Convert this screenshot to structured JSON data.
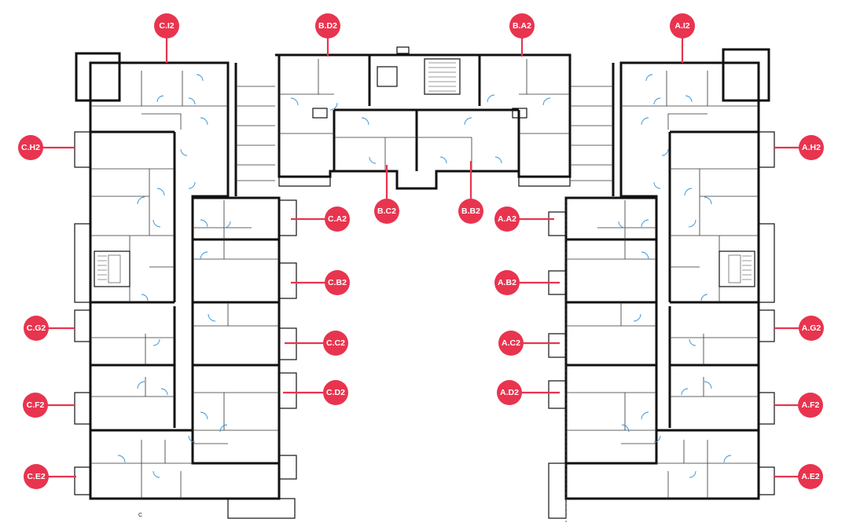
{
  "plan": {
    "corner_mark": "C",
    "units": [
      {
        "label": "C.I2"
      },
      {
        "label": "B.D2"
      },
      {
        "label": "B.A2"
      },
      {
        "label": "A.I2"
      },
      {
        "label": "C.H2"
      },
      {
        "label": "A.H2"
      },
      {
        "label": "B.C2"
      },
      {
        "label": "B.B2"
      },
      {
        "label": "C.A2"
      },
      {
        "label": "A.A2"
      },
      {
        "label": "C.B2"
      },
      {
        "label": "A.B2"
      },
      {
        "label": "C.G2"
      },
      {
        "label": "A.G2"
      },
      {
        "label": "C.C2"
      },
      {
        "label": "A.C2"
      },
      {
        "label": "C.D2"
      },
      {
        "label": "A.D2"
      },
      {
        "label": "C.F2"
      },
      {
        "label": "A.F2"
      },
      {
        "label": "C.E2"
      },
      {
        "label": "A.E2"
      }
    ]
  },
  "colors": {
    "accent": "#e8344f",
    "door": "#2a8fd8",
    "wall": "#111111"
  }
}
